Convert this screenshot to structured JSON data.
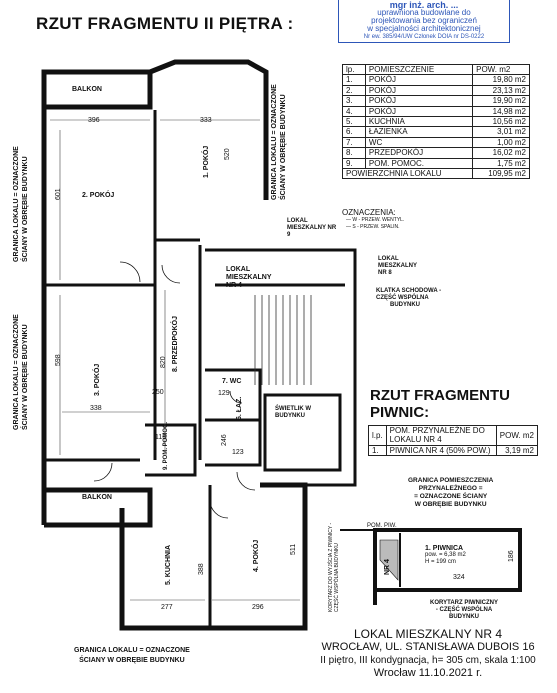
{
  "stamp": {
    "line1": "mgr inż. arch. ...",
    "line2": "uprawniona budowlane do",
    "line3": "projektowania bez ograniczeń",
    "line4": "w specjalności architektonicznej",
    "line5": "Nr ew. 385/94/UW Członek DOIA nr DS-0222"
  },
  "title": "RZUT FRAGMENTU II PIĘTRA :",
  "room_table": {
    "headers": [
      "lp.",
      "POMIESZCZENIE",
      "POW. m2"
    ],
    "rows": [
      [
        "1.",
        "POKÓJ",
        "19,80 m2"
      ],
      [
        "2.",
        "POKÓJ",
        "23,13 m2"
      ],
      [
        "3.",
        "POKÓJ",
        "19,90 m2"
      ],
      [
        "4.",
        "POKÓJ",
        "14,98 m2"
      ],
      [
        "5.",
        "KUCHNIA",
        "10,56 m2"
      ],
      [
        "6.",
        "ŁAZIENKA",
        "3,01 m2"
      ],
      [
        "7.",
        "WC",
        "1,00 m2"
      ],
      [
        "8.",
        "PRZEDPOKÓJ",
        "16,02 m2"
      ],
      [
        "9.",
        "POM. POMOC.",
        "1,75 m2"
      ]
    ],
    "total_label": "POWIERZCHNIA LOKALU",
    "total_value": "109,95 m2"
  },
  "legend": {
    "title": "OZNACZENIA:",
    "item1": "— W - PRZEW. WENTYL.",
    "item2": "— S - PRZEW. SPALIN."
  },
  "plan": {
    "balkon_top": "BALKON",
    "balkon_bottom": "BALKON",
    "room1": "1. POKÓJ",
    "room2": "2. POKÓJ",
    "room3": "3. POKÓJ",
    "room4": "4. POKÓJ",
    "room5": "5. KUCHNIA",
    "room6": "6. ŁAZ.",
    "room7": "7. WC",
    "room8": "8. PRZEDPOKÓJ",
    "room9": "9. POM. POMOC.",
    "swietlik": "ŚWIETLIK W BUDYNKU",
    "lokal4_a": "LOKAL",
    "lokal4_b": "MIESZKALNY",
    "lokal4_c": "NR 4",
    "dims": {
      "d396": "396",
      "d333": "333",
      "d520": "520",
      "d601": "601",
      "d598": "598",
      "d820": "820",
      "d250": "250",
      "d338": "338",
      "d115": "115",
      "d129": "129",
      "d246": "246",
      "d123": "123",
      "d388": "388",
      "d511": "511",
      "d277": "277",
      "d296": "296"
    },
    "side_label_1": "GRANICA LOKALU = OZNACZONE",
    "side_label_2": "ŚCIANY W OBRĘBIE BUDYNKU",
    "top_side_1": "GRANICA LOKALU = OZNACZONE",
    "top_side_2": "ŚCIANY W OBRĘBIE BUDYNKU"
  },
  "annotations": {
    "lokal9_top": "LOKAL MIESZKALNY NR 9",
    "lokal8": "LOKAL MIESZKALNY NR 8",
    "klatka_1": "KLATKA SCHODOWA -",
    "klatka_2": "CZĘŚĆ WSPÓLNA",
    "klatka_3": "BUDYNKU",
    "bottom_granica_1": "GRANICA LOKALU = OZNACZONE",
    "bottom_granica_2": "ŚCIANY W OBRĘBIE BUDYNKU"
  },
  "basement": {
    "title1": "RZUT FRAGMENTU",
    "title2": "PIWNIC:",
    "table_headers": [
      "l.p.",
      "POM. PRZYNALEŻNE DO LOKALU NR 4",
      "POW. m2"
    ],
    "row": [
      "1.",
      "PIWNICA NR 4 (50% POW.)",
      "3,19 m2"
    ],
    "granica_1": "GRANICA POMIESZCZENIA",
    "granica_2": "PRZYNALEŻNEGO =",
    "granica_3": "= OZNACZONE ŚCIANY",
    "granica_4": "W OBRĘBIE BUDYNKU",
    "pom_piw": "POM. PIW.",
    "piwnica_1": "1. PIWNICA",
    "piwnica_2": "pow. = 6,38 m2",
    "piwnica_3": "H = 199 cm",
    "d324": "324",
    "d186": "186",
    "nr4": "NR 4",
    "korytarz_left": "KORYTARZ DO WYJŚCIA Z PIWNICY - CZĘŚĆ WSPÓLNA BUDYNKU",
    "korytarz_bottom_1": "KORYTARZ PIWNICZNY",
    "korytarz_bottom_2": "- CZĘŚĆ WSPÓLNA",
    "korytarz_bottom_3": "BUDYNKU"
  },
  "footer": {
    "line1": "LOKAL MIESZKALNY NR 4",
    "line2": "WROCŁAW, UL. STANISŁAWA DUBOIS 16",
    "line3": "II piętro, III kondygnacja, h= 305 cm, skala 1:100",
    "line4": "Wrocław 11.10.2021 r."
  }
}
